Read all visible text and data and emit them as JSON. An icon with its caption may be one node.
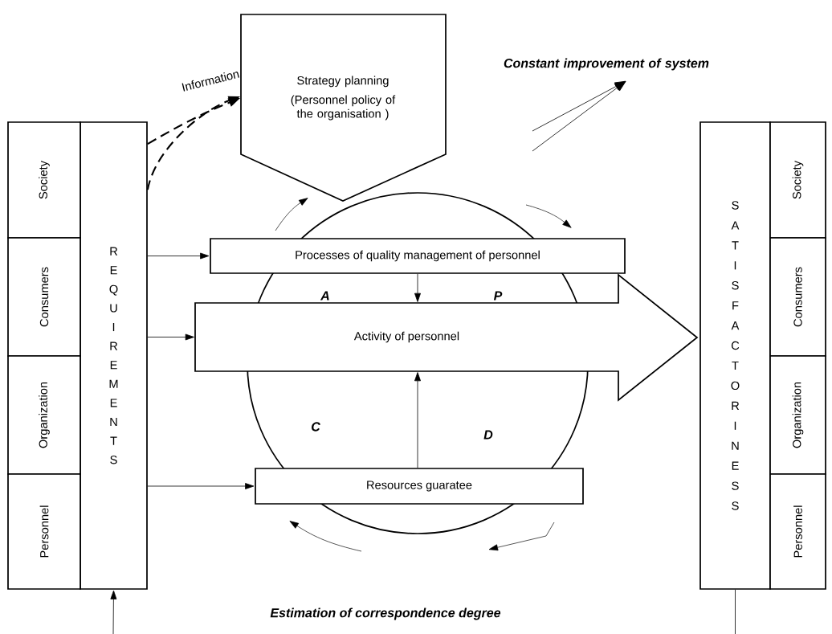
{
  "diagram": {
    "nodes": [
      {
        "text": [
          "Strategy planning",
          "(Personnel policy of the organisation )"
        ]
      },
      {
        "text": [
          "Constant improvement of system"
        ]
      },
      {
        "text": [
          "R E Q U I R E M E N T S"
        ]
      },
      {
        "text": [
          "Society"
        ]
      },
      {
        "text": [
          "Consumers"
        ]
      },
      {
        "text": [
          "Organization"
        ]
      },
      {
        "text": [
          "Personnel"
        ]
      },
      {
        "text": [
          "S A T I S F A C T O R I N E S S"
        ]
      },
      {
        "text": [
          "Society"
        ]
      },
      {
        "text": [
          "Consumers"
        ]
      },
      {
        "text": [
          "Organization"
        ]
      },
      {
        "text": [
          "Personnel"
        ]
      },
      {
        "text": [
          "Processes of quality management of personnel"
        ]
      },
      {
        "text": [
          "Activity of personnel"
        ]
      },
      {
        "text": [
          "Resources guaratee"
        ]
      }
    ],
    "edges": [
      {
        "from": 2,
        "to": 0,
        "arrow": "to",
        "style": "dashed",
        "label": "Information"
      },
      {
        "from": 2,
        "to": 0,
        "arrow": "to",
        "style": "dashed"
      },
      {
        "from": null,
        "to": 1,
        "arrow": "to"
      },
      {
        "from": null,
        "to": 1,
        "arrow": "to"
      },
      {
        "from": 2,
        "to": 12,
        "arrow": "to"
      },
      {
        "from": 2,
        "to": 13,
        "arrow": "to"
      },
      {
        "from": 2,
        "to": 14,
        "arrow": "to"
      },
      {
        "from": 12,
        "to": 13,
        "arrow": "to"
      },
      {
        "from": 14,
        "to": 13,
        "arrow": "to"
      },
      {
        "from": null,
        "to": 2,
        "arrow": "to"
      },
      {
        "from": 7,
        "to": null,
        "arrow": "none"
      }
    ],
    "labels": [
      "A",
      "P",
      "C",
      "D",
      "Estimation of correspondence degree"
    ]
  }
}
